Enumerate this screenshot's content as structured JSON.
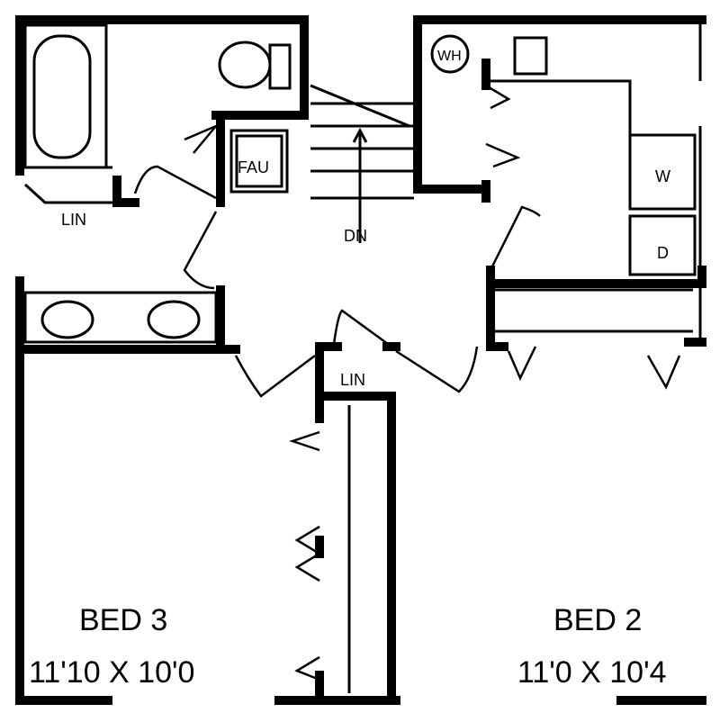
{
  "labels": {
    "linen_bath": "LIN",
    "fau": "FAU",
    "stairs": "DN",
    "water_heater": "WH",
    "washer": "W",
    "dryer": "D",
    "linen_hall": "LIN"
  },
  "rooms": [
    {
      "name": "BED 3",
      "size": "11'10 X 10'0"
    },
    {
      "name": "BED 2",
      "size": "11'0 X 10'4"
    }
  ]
}
